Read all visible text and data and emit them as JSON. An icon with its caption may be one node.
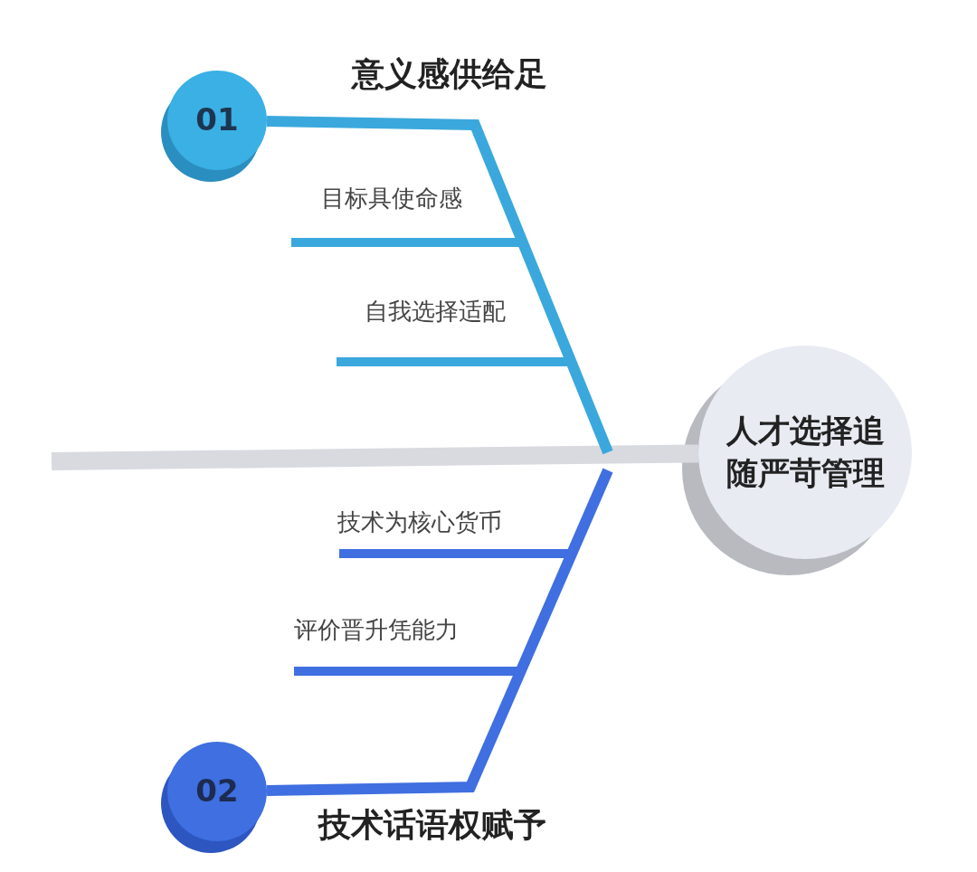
{
  "diagram": {
    "nodes": [
      {
        "text": [
          "01"
        ]
      },
      {
        "text": [
          "目标具使命感"
        ]
      },
      {
        "text": [
          "自我选择适配"
        ]
      },
      {
        "text": [
          "人才选择追随严苛管理"
        ]
      },
      {
        "text": [
          "技术为核心货币"
        ]
      },
      {
        "text": [
          "评价晋升凭能力"
        ]
      },
      {
        "text": [
          "02"
        ]
      }
    ],
    "edges": [
      {
        "from": 0,
        "to": null,
        "arrow": "none",
        "color": "#3aa8dc"
      },
      {
        "from": 6,
        "to": null,
        "arrow": "none",
        "color": "#3f6fe0"
      },
      {
        "from": null,
        "to": 3,
        "arrow": "none",
        "color": "#d8dae0"
      }
    ],
    "labels": [
      "意义感供给足",
      "技术话语权赋予"
    ]
  }
}
